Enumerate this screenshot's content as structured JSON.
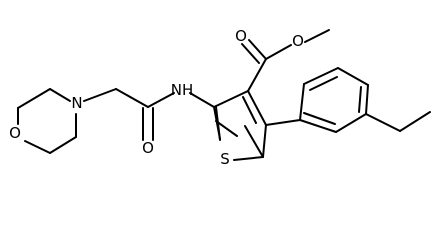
{
  "molecule": {
    "atom_labels": {
      "morpholine_oxygen": "O",
      "morpholine_nitrogen": "N",
      "amide_oxygen": "O",
      "amide_nh": "NH",
      "thiophene_sulfur": "S",
      "ester_carbonyl_oxygen": "O",
      "ester_ether_oxygen": "O"
    }
  }
}
